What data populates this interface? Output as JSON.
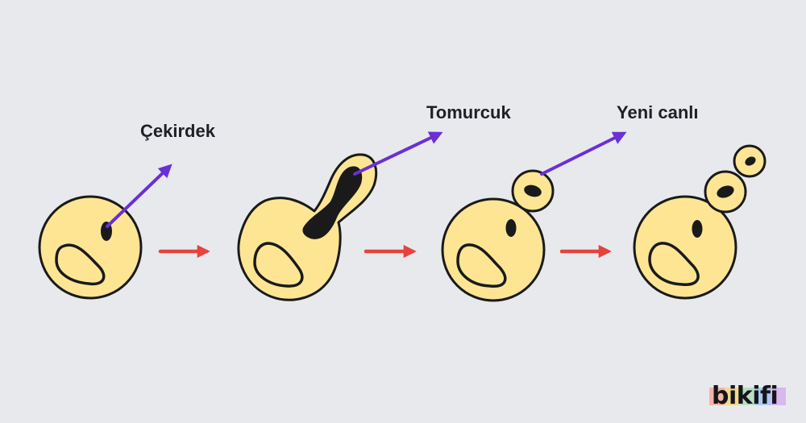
{
  "labels": {
    "nucleus": "Çekirdek",
    "bud": "Tomurcuk",
    "new_organism": "Yeni canlı"
  },
  "brand": {
    "name": "bikifi",
    "stripe_colors": [
      "#f5b3a8",
      "#f3d98e",
      "#b7e0c2",
      "#a9c9f0",
      "#d7b8ef"
    ]
  },
  "colors": {
    "background": "#e8e9ed",
    "cell_fill": "#fde594",
    "cell_stroke": "#1a1a1a",
    "nucleus_fill": "#1a1a1a",
    "label_arrow": "#6a2fd6",
    "step_arrow": "#e6433d"
  }
}
